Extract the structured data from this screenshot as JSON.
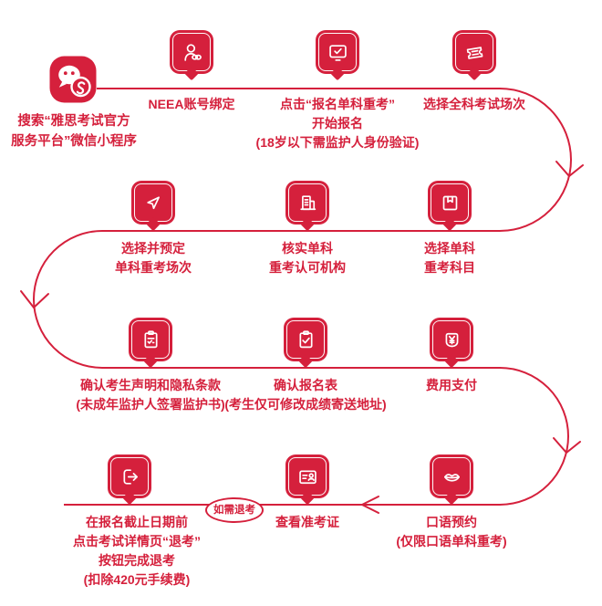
{
  "colors": {
    "accent": "#d5203c",
    "background": "#ffffff"
  },
  "entry": {
    "icon": "wechat-mini-program",
    "label": [
      "搜索“雅思考试官方",
      "服务平台”微信小程序"
    ]
  },
  "badge": {
    "label": "如需退考"
  },
  "steps": [
    {
      "id": "neea-binding",
      "icon": "account-link",
      "lines": [
        "NEEA账号绑定"
      ]
    },
    {
      "id": "start-registration",
      "icon": "screen-check",
      "lines": [
        "点击“报名单科重考”",
        "开始报名",
        "(18岁以下需监护人身份验证)"
      ]
    },
    {
      "id": "choose-full-session",
      "icon": "ticket",
      "lines": [
        "选择全科考试场次"
      ]
    },
    {
      "id": "choose-retake-subject",
      "icon": "book",
      "lines": [
        "选择单科",
        "重考科目"
      ]
    },
    {
      "id": "verify-institution",
      "icon": "organization",
      "lines": [
        "核实单科",
        "重考认可机构"
      ]
    },
    {
      "id": "book-retake-session",
      "icon": "cursor",
      "lines": [
        "选择并预定",
        "单科重考场次"
      ]
    },
    {
      "id": "confirm-declaration",
      "icon": "clipboard-list",
      "lines": [
        "确认考生声明和隐私条款",
        "(未成年监护人签署监护书)"
      ]
    },
    {
      "id": "confirm-form",
      "icon": "clipboard-check",
      "lines": [
        "确认报名表",
        "(考生仅可修改成绩寄送地址)"
      ]
    },
    {
      "id": "pay-fee",
      "icon": "yen-badge",
      "lines": [
        "费用支付"
      ]
    },
    {
      "id": "speaking-booking",
      "icon": "lips",
      "lines": [
        "口语预约",
        "(仅限口语单科重考)"
      ]
    },
    {
      "id": "view-admission-ticket",
      "icon": "id-card",
      "lines": [
        "查看准考证"
      ]
    },
    {
      "id": "cancel-exam",
      "icon": "exit",
      "lines": [
        "在报名截止日期前",
        "点击考试详情页“退考”",
        "按钮完成退考",
        "(扣除420元手续费)"
      ]
    }
  ]
}
